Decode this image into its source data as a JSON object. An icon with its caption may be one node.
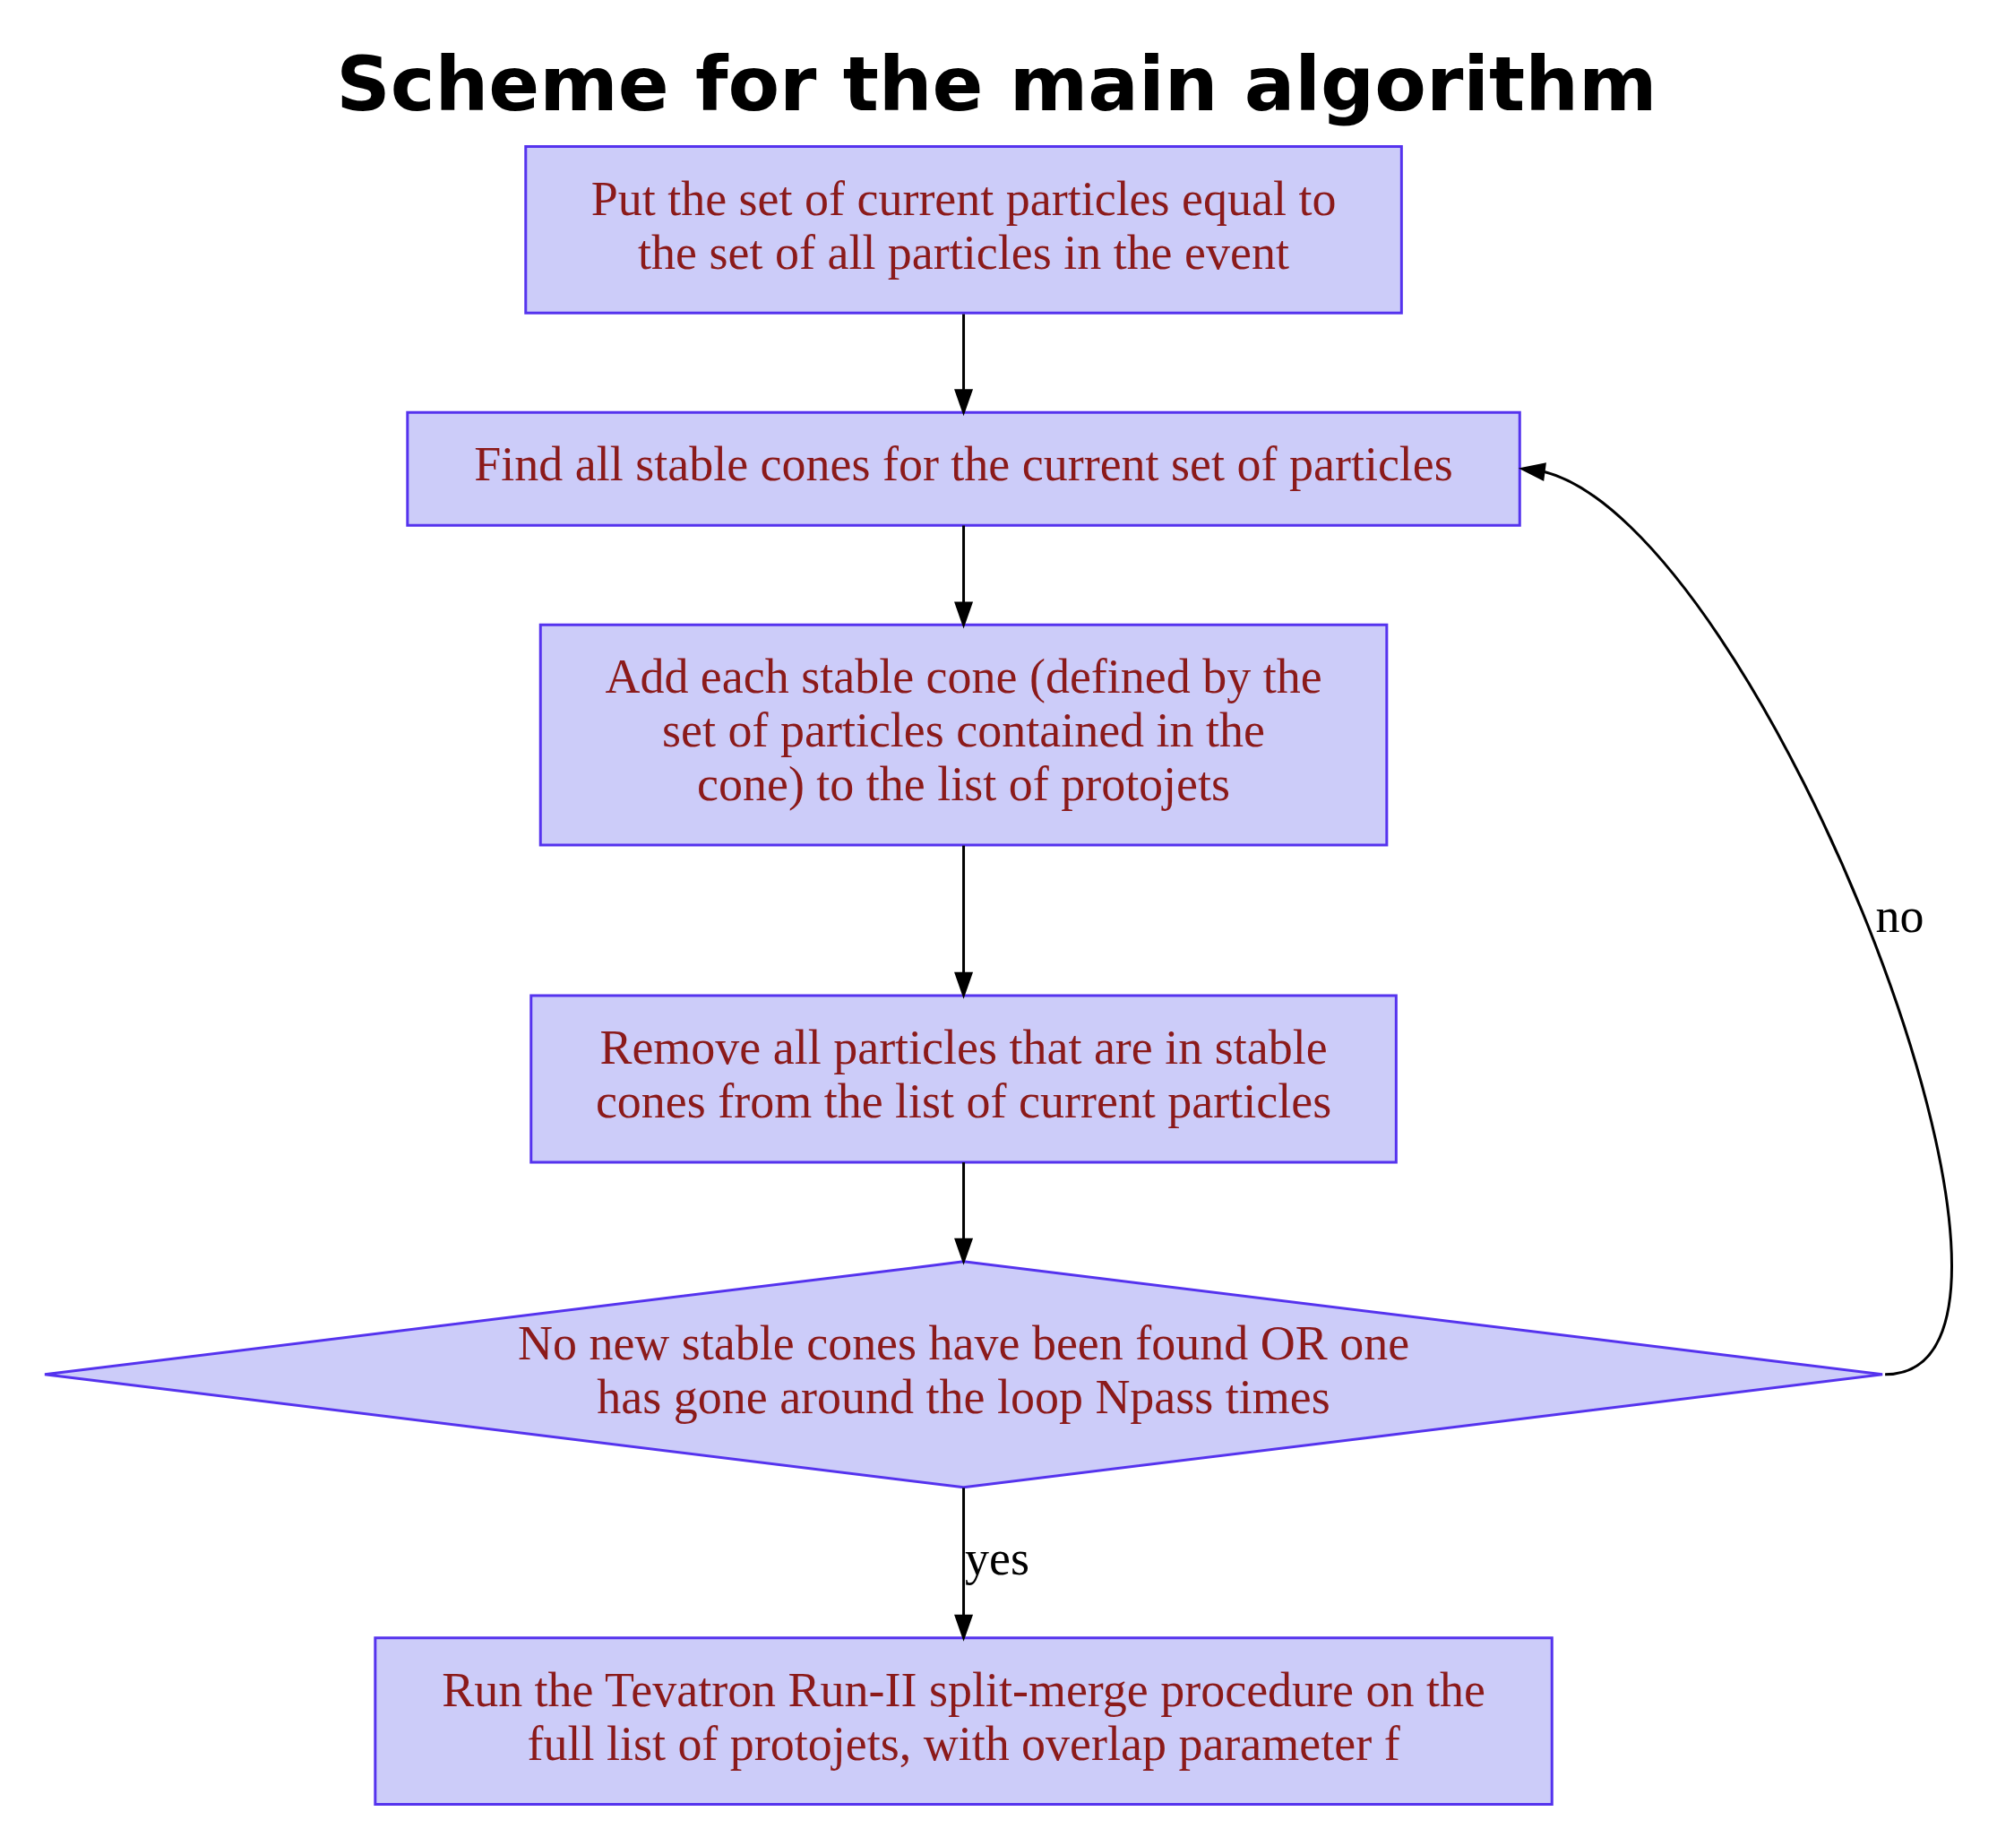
{
  "diagram": {
    "title": "Scheme for the main algorithm",
    "nodes": [
      {
        "text": [
          "Put the set of current particles equal to the set of all particles in the event"
        ]
      },
      {
        "text": [
          "Find all stable cones for the current set of particles"
        ]
      },
      {
        "text": [
          "Add each stable cone (defined by the set of particles contained in the cone) to the list of protojets"
        ]
      },
      {
        "text": [
          "Remove all particles that are in stable cones from the list of current particles"
        ]
      },
      {
        "text": [
          "No new stable cones have been found OR one has gone around the loop Npass times"
        ]
      },
      {
        "text": [
          "Run the Tevatron Run-II split-merge procedure on the full list of protojets, with overlap parameter f"
        ]
      }
    ],
    "edges": [
      {
        "from": 0,
        "to": 1,
        "arrow": "to"
      },
      {
        "from": 1,
        "to": 2,
        "arrow": "to"
      },
      {
        "from": 2,
        "to": 3,
        "arrow": "to"
      },
      {
        "from": 3,
        "to": 4,
        "arrow": "to"
      },
      {
        "from": 4,
        "to": 5,
        "label": "yes",
        "arrow": "to"
      },
      {
        "from": 4,
        "to": 1,
        "label": "no",
        "arrow": "to"
      }
    ]
  }
}
